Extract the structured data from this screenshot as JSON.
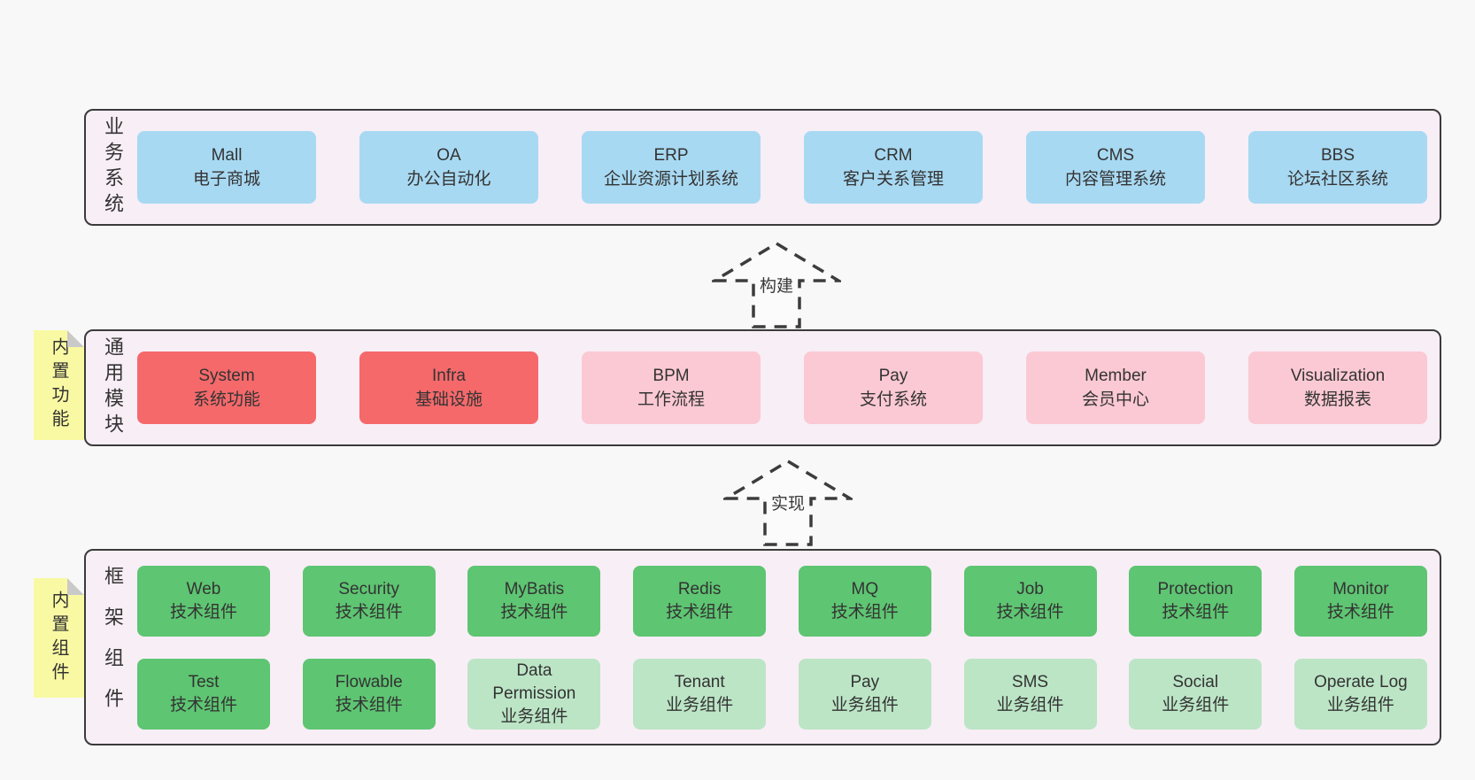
{
  "colors": {
    "blue": "#a8d9f2",
    "red": "#f5696b",
    "pink": "#fbc9d3",
    "green": "#5ec572",
    "lightgreen": "#bce5c6",
    "container_bg": "#f8eef6",
    "tab_bg": "#f9f9a3",
    "border": "#3b3b3b",
    "page_bg": "#f8f8f8"
  },
  "arrows": [
    {
      "label": "构建"
    },
    {
      "label": "实现"
    }
  ],
  "sections": [
    {
      "id": "business",
      "label": "业务系统",
      "tab": null,
      "rows": [
        [
          {
            "title": "Mall",
            "subtitle": "电子商城",
            "variant": "blue"
          },
          {
            "title": "OA",
            "subtitle": "办公自动化",
            "variant": "blue"
          },
          {
            "title": "ERP",
            "subtitle": "企业资源计划系统",
            "variant": "blue"
          },
          {
            "title": "CRM",
            "subtitle": "客户关系管理",
            "variant": "blue"
          },
          {
            "title": "CMS",
            "subtitle": "内容管理系统",
            "variant": "blue"
          },
          {
            "title": "BBS",
            "subtitle": "论坛社区系统",
            "variant": "blue"
          }
        ]
      ]
    },
    {
      "id": "modules",
      "label": "通用模块",
      "tab": "内置功能",
      "rows": [
        [
          {
            "title": "System",
            "subtitle": "系统功能",
            "variant": "red"
          },
          {
            "title": "Infra",
            "subtitle": "基础设施",
            "variant": "red"
          },
          {
            "title": "BPM",
            "subtitle": "工作流程",
            "variant": "pink"
          },
          {
            "title": "Pay",
            "subtitle": "支付系统",
            "variant": "pink"
          },
          {
            "title": "Member",
            "subtitle": "会员中心",
            "variant": "pink"
          },
          {
            "title": "Visualization",
            "subtitle": "数据报表",
            "variant": "pink"
          }
        ]
      ]
    },
    {
      "id": "components",
      "label": "框架组件",
      "tab": "内置组件",
      "rows": [
        [
          {
            "title": "Web",
            "subtitle": "技术组件",
            "variant": "green"
          },
          {
            "title": "Security",
            "subtitle": "技术组件",
            "variant": "green"
          },
          {
            "title": "MyBatis",
            "subtitle": "技术组件",
            "variant": "green"
          },
          {
            "title": "Redis",
            "subtitle": "技术组件",
            "variant": "green"
          },
          {
            "title": "MQ",
            "subtitle": "技术组件",
            "variant": "green"
          },
          {
            "title": "Job",
            "subtitle": "技术组件",
            "variant": "green"
          },
          {
            "title": "Protection",
            "subtitle": "技术组件",
            "variant": "green"
          },
          {
            "title": "Monitor",
            "subtitle": "技术组件",
            "variant": "green"
          }
        ],
        [
          {
            "title": "Test",
            "subtitle": "技术组件",
            "variant": "green"
          },
          {
            "title": "Flowable",
            "subtitle": "技术组件",
            "variant": "green"
          },
          {
            "title": "Data Permission",
            "subtitle": "业务组件",
            "variant": "lightgreen"
          },
          {
            "title": "Tenant",
            "subtitle": "业务组件",
            "variant": "lightgreen"
          },
          {
            "title": "Pay",
            "subtitle": "业务组件",
            "variant": "lightgreen"
          },
          {
            "title": "SMS",
            "subtitle": "业务组件",
            "variant": "lightgreen"
          },
          {
            "title": "Social",
            "subtitle": "业务组件",
            "variant": "lightgreen"
          },
          {
            "title": "Operate Log",
            "subtitle": "业务组件",
            "variant": "lightgreen"
          }
        ]
      ]
    }
  ]
}
